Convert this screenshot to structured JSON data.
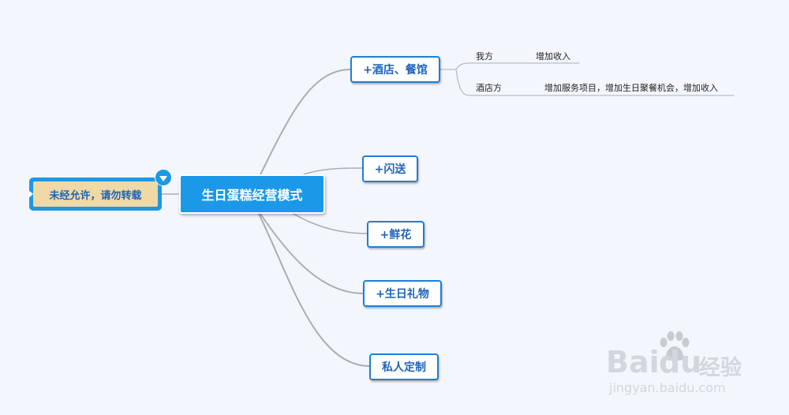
{
  "central_topic": "生日蛋糕经营模式",
  "note": "未经允许，请勿转载",
  "branches": [
    {
      "label": "+酒店、餐馆"
    },
    {
      "label": "+闪送"
    },
    {
      "label": "+鲜花"
    },
    {
      "label": "+生日礼物"
    },
    {
      "label": "私人定制"
    }
  ],
  "hotel_details": [
    {
      "party": "我方",
      "benefit": "增加收入"
    },
    {
      "party": "酒店方",
      "benefit": "增加服务项目，增加生日聚餐机会，增加收入"
    }
  ],
  "watermark": {
    "brand_left": "Bai",
    "brand_right": "du",
    "brand_cn": "经验",
    "url": "jingyan.baidu.com"
  },
  "colors": {
    "background": "#f3f6fd",
    "accent": "#1b99e8",
    "node_border": "#1e7fd6",
    "node_text": "#1d63b8",
    "note_fill": "#efd9a6",
    "connector": "#a9adb5"
  }
}
